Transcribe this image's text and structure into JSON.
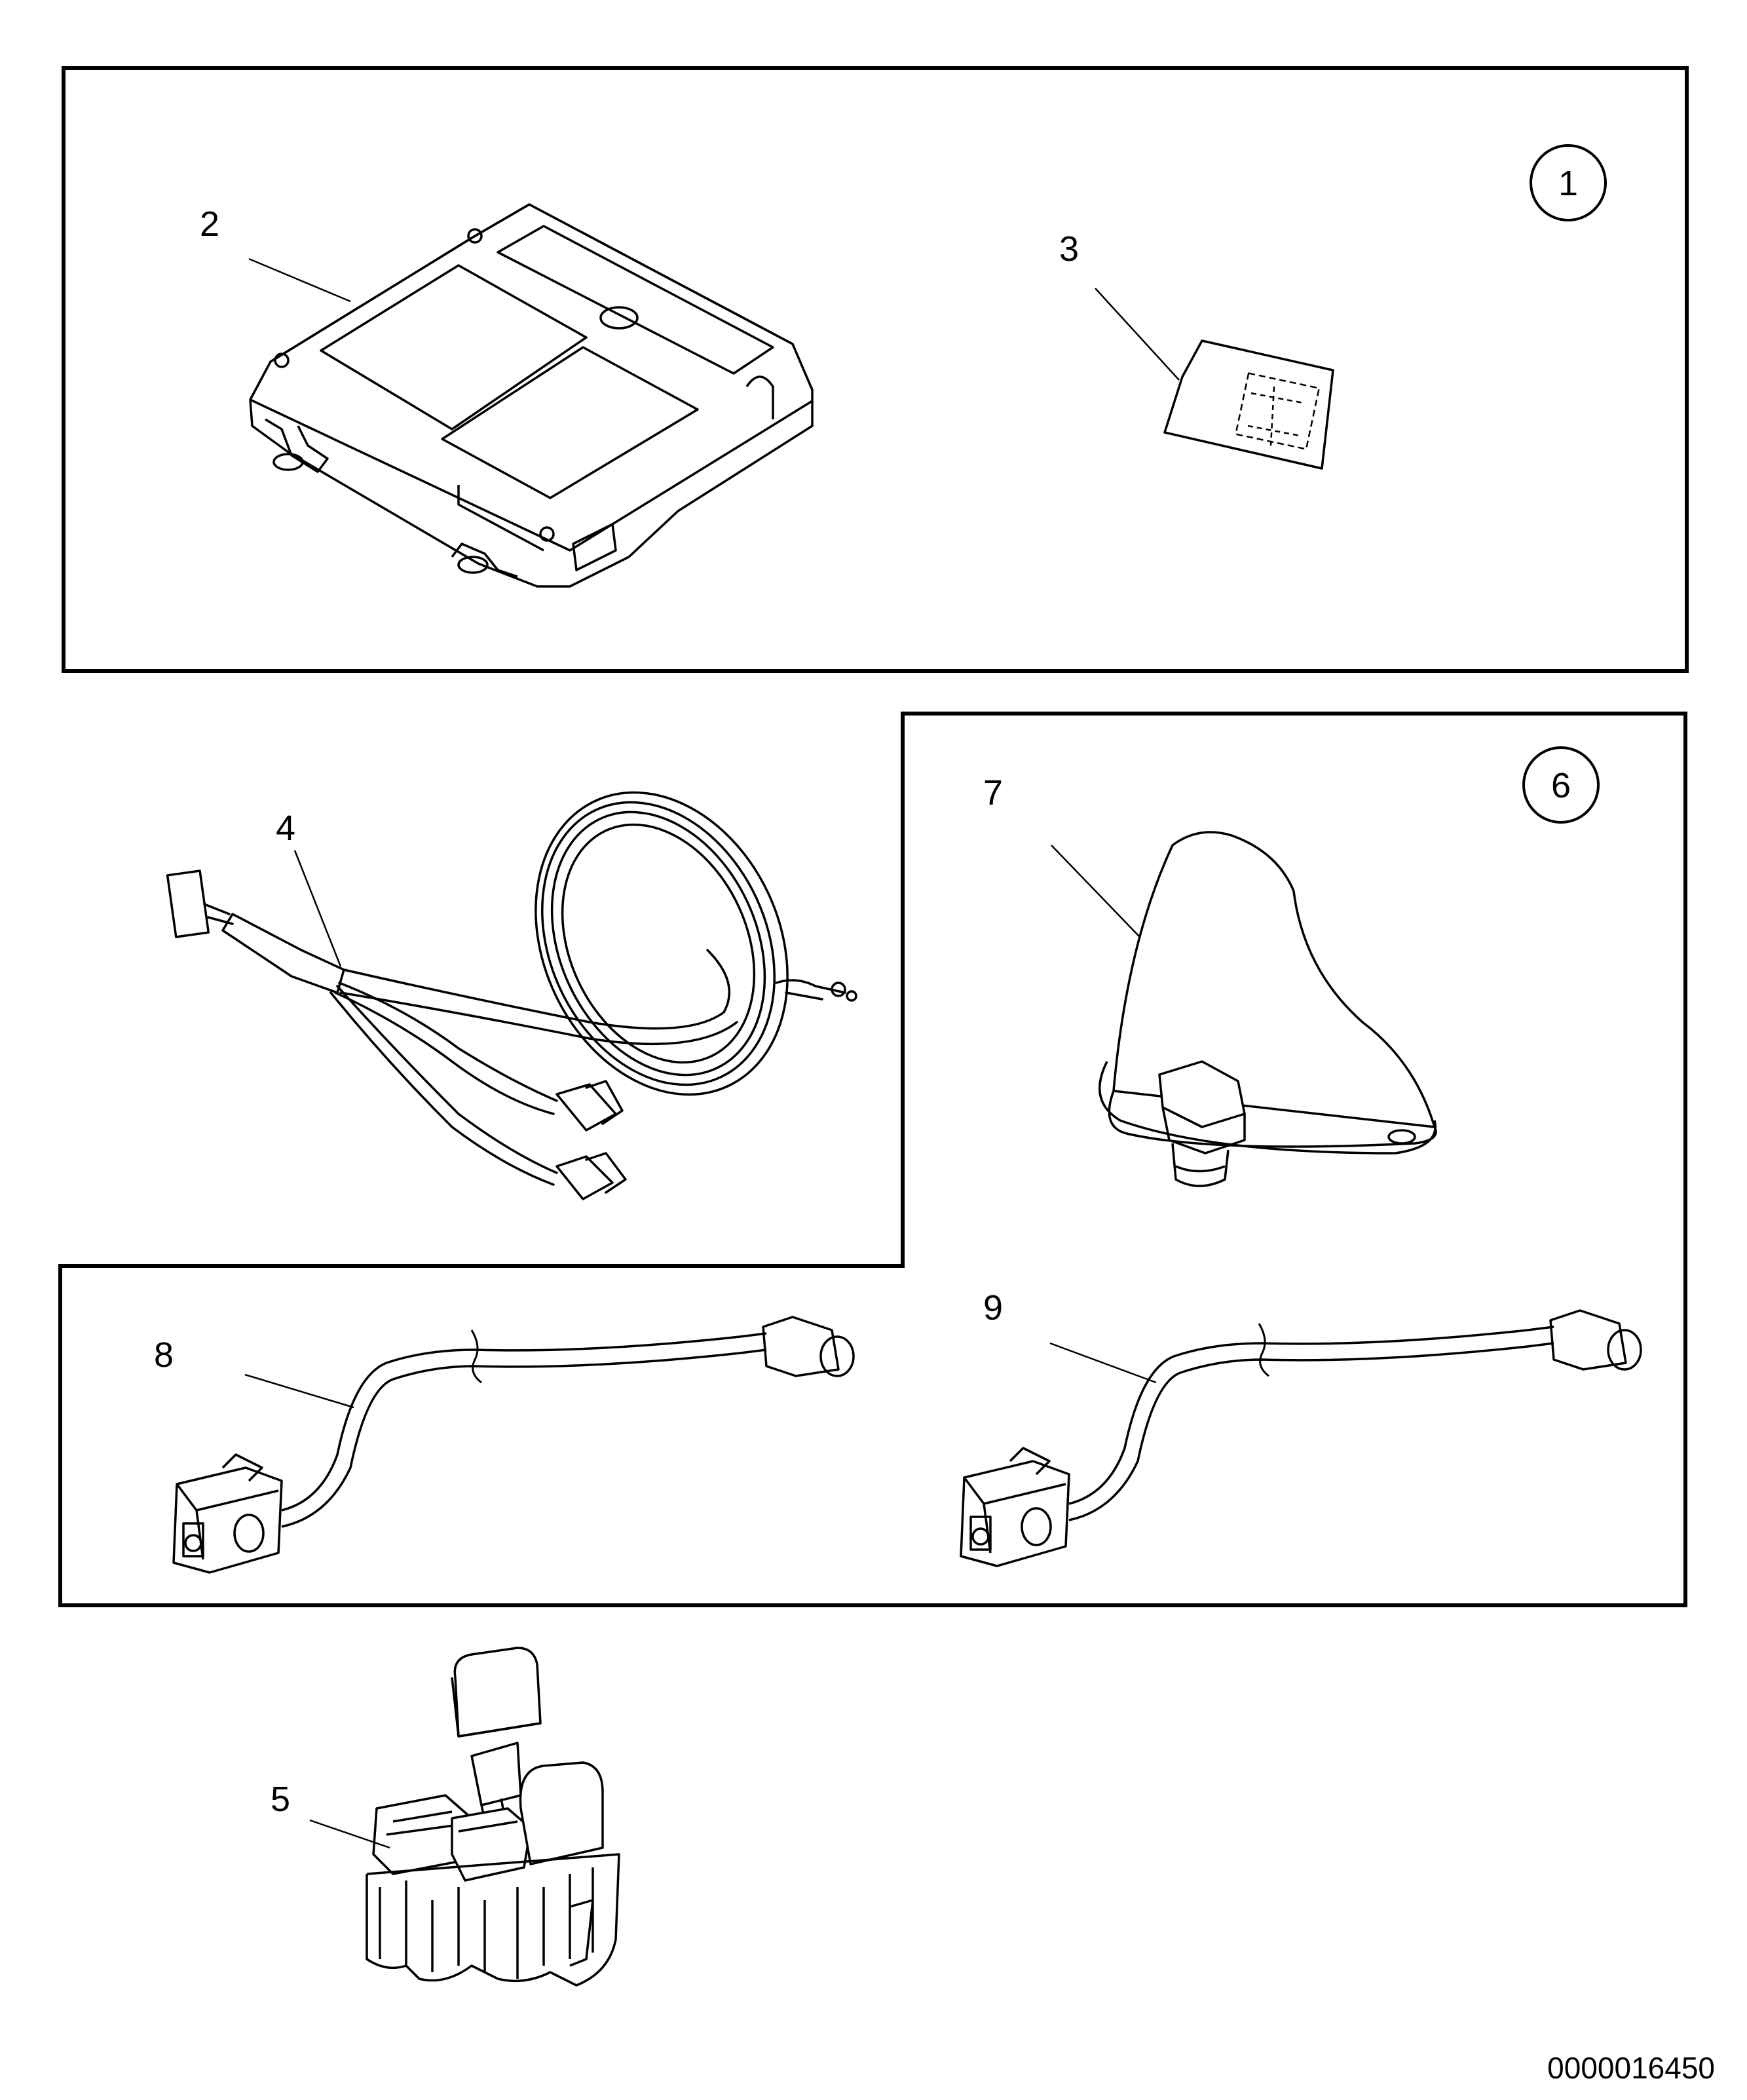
{
  "callouts": {
    "c1": "1",
    "c2": "2",
    "c3": "3",
    "c4": "4",
    "c5": "5",
    "c6": "6",
    "c7": "7",
    "c8": "8",
    "c9": "9"
  },
  "document_number": "0000016450"
}
